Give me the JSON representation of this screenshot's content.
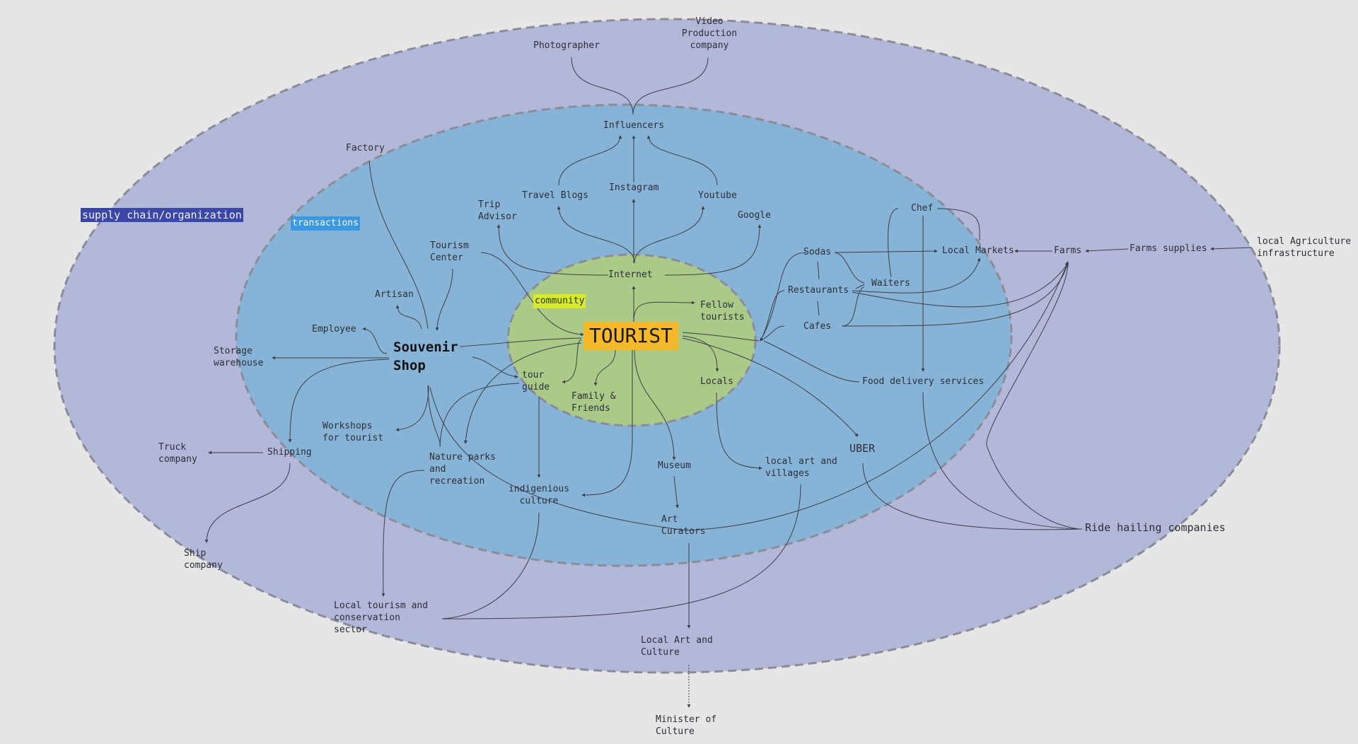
{
  "colors": {
    "background": "#e6e6e6",
    "outer_ring": "#b3b7d8",
    "middle_ring": "#87b4d6",
    "inner_ring": "#acca87",
    "ring_border": "#8a8c9a",
    "edge": "#3c3f4a",
    "tourist_fill": "#f7b82a",
    "supply_tag": "#3a46a8",
    "transactions_tag": "#3b98e0",
    "community_tag": "#d7ea2e"
  },
  "rings": {
    "outer": "supply chain/organization",
    "middle": "transactions",
    "inner": "community"
  },
  "center": "TOURIST",
  "nodes": {
    "photographer": "Photographer",
    "video_production": "Video\nProduction\ncompany",
    "influencers": "Influencers",
    "factory": "Factory",
    "travel_blogs": "Travel Blogs",
    "instagram": "Instagram",
    "youtube": "Youtube",
    "trip_advisor": "Trip\nAdvisor",
    "google": "Google",
    "chef": "Chef",
    "tourism_center": "Tourism\nCenter",
    "internet": "Internet",
    "sodas": "Sodas",
    "local_markets": "Local Markets",
    "farms": "Farms",
    "farms_supplies": "Farms supplies",
    "local_agriculture": "local Agriculture\ninfrastructure",
    "artisan": "Artisan",
    "waiters": "Waiters",
    "restaurants": "Restaurants",
    "fellow_tourists": "Fellow\ntourists",
    "employee": "Employee",
    "cafes": "Cafes",
    "souvenir_shop": "Souvenir\nShop",
    "storage_warehouse": "Storage\nwarehouse",
    "tour_guide": "tour\nguide",
    "locals": "Locals",
    "food_delivery": "Food delivery services",
    "family_friends": "Family &\nFriends",
    "workshops": "Workshops\nfor tourist",
    "truck_company": "Truck\ncompany",
    "shipping": "Shipping",
    "uber": "UBER",
    "nature_parks": "Nature parks\nand\nrecreation",
    "local_art_villages": "local art and\nvillages",
    "museum": "Museum",
    "indigenous_culture": "indigenious\nculture",
    "art_curators": "Art\nCurators",
    "ride_hailing": "Ride hailing companies",
    "ship_company": "Ship\ncompany",
    "local_tourism": "Local tourism and\nconservation\nsector",
    "local_art_culture": "Local Art and\nCulture",
    "minister_culture": "Minister of\nCulture"
  }
}
